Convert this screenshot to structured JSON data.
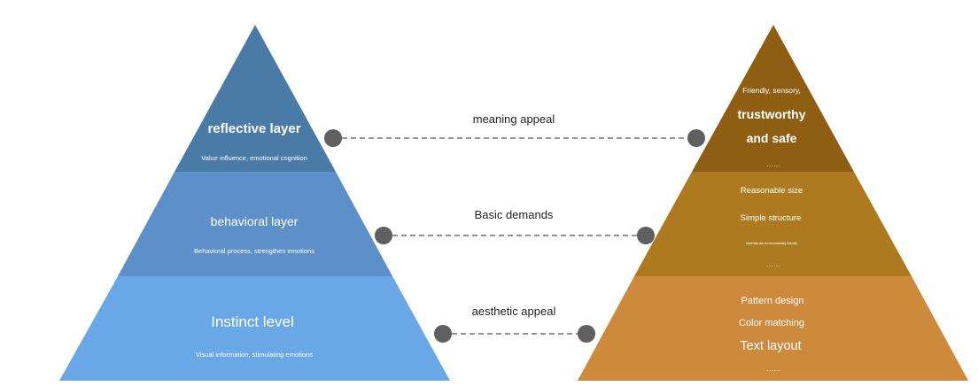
{
  "colors": {
    "left_top": "#4a7aa6",
    "left_mid": "#5d8fc8",
    "left_bottom": "#6aa7e6",
    "right_top": "#8e5e13",
    "right_mid": "#ad7a1f",
    "right_bottom": "#cd8a3c",
    "connector": "#555555",
    "dot": "#5f5f5f"
  },
  "left_pyramid": {
    "reflective": {
      "title": "reflective layer",
      "subtitle": "Value influence, emotional cognition"
    },
    "behavioral": {
      "title": "behavioral layer",
      "subtitle": "Behavioral process, strengthen emotions"
    },
    "instinct": {
      "title": "Instinct level",
      "subtitle": "Visual information, stimulating emotions"
    }
  },
  "connectors": {
    "top": "meaning appeal",
    "middle": "Basic demands",
    "bottom": "aesthetic appeal"
  },
  "right_pyramid": {
    "top": {
      "line1": "Friendly, sensory,",
      "line2": "trustworthy",
      "line3": "and safe",
      "more": "……"
    },
    "middle": {
      "line1": "Reasonable size",
      "line2": "Simple structure",
      "line3": "Materials are environmentally friendly",
      "more": "……"
    },
    "bottom": {
      "line1": "Pattern design",
      "line2": "Color matching",
      "line3": "Text layout",
      "more": "……"
    }
  }
}
